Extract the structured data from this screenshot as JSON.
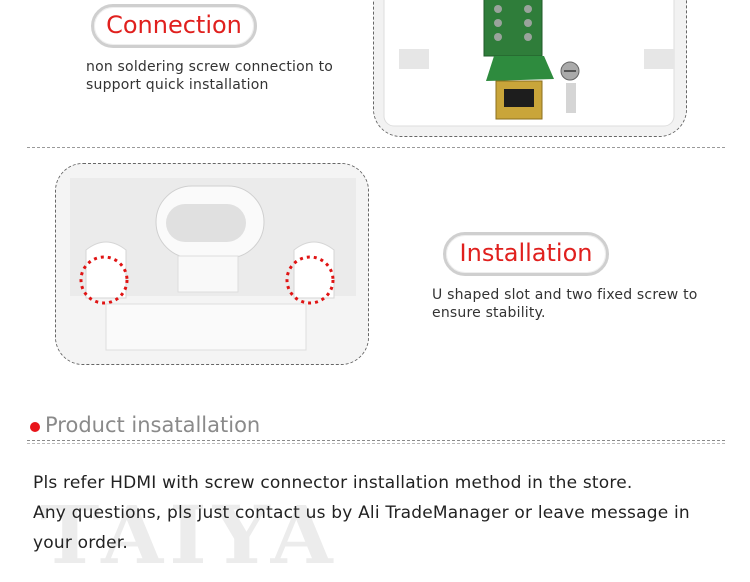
{
  "connection": {
    "heading": "Connection",
    "desc_line1": "non soldering screw connection to",
    "desc_line2": "support quick installation"
  },
  "installation": {
    "heading": "Installation",
    "desc_line1": "U shaped slot and two fixed screw to",
    "desc_line2": "ensure stability."
  },
  "product": {
    "title": "Product insatallation",
    "line1": "Pls refer HDMI with screw connector installation method in the store.",
    "line2": "Any questions, pls just contact us by Ali TradeManager or leave message in",
    "line3": "your order."
  },
  "colors": {
    "accent_red": "#e0201e",
    "bullet_red": "#e8141a",
    "title_gray": "#8a8a8a"
  }
}
